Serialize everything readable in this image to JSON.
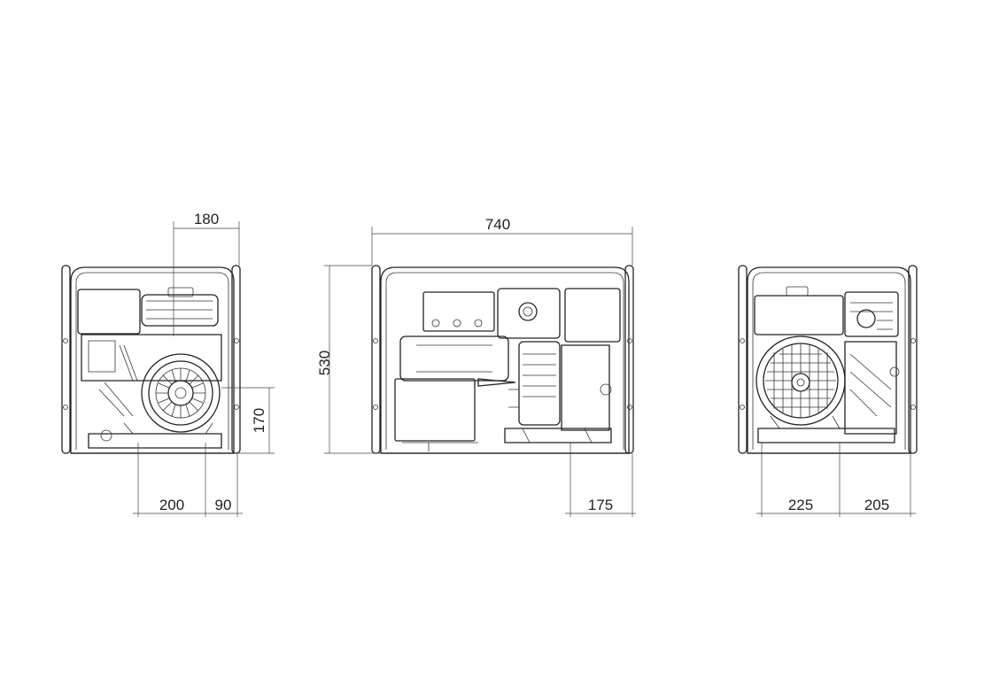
{
  "views": {
    "left_view": {
      "dim_top": "180",
      "dim_right": "170",
      "dim_bottom_left": "200",
      "dim_bottom_right": "90"
    },
    "front_view": {
      "dim_width": "740",
      "dim_height": "530",
      "dim_bottom": "175"
    },
    "right_view": {
      "dim_bottom_left": "225",
      "dim_bottom_right": "205"
    }
  },
  "colors": {
    "line": "#222222",
    "background": "#ffffff"
  }
}
